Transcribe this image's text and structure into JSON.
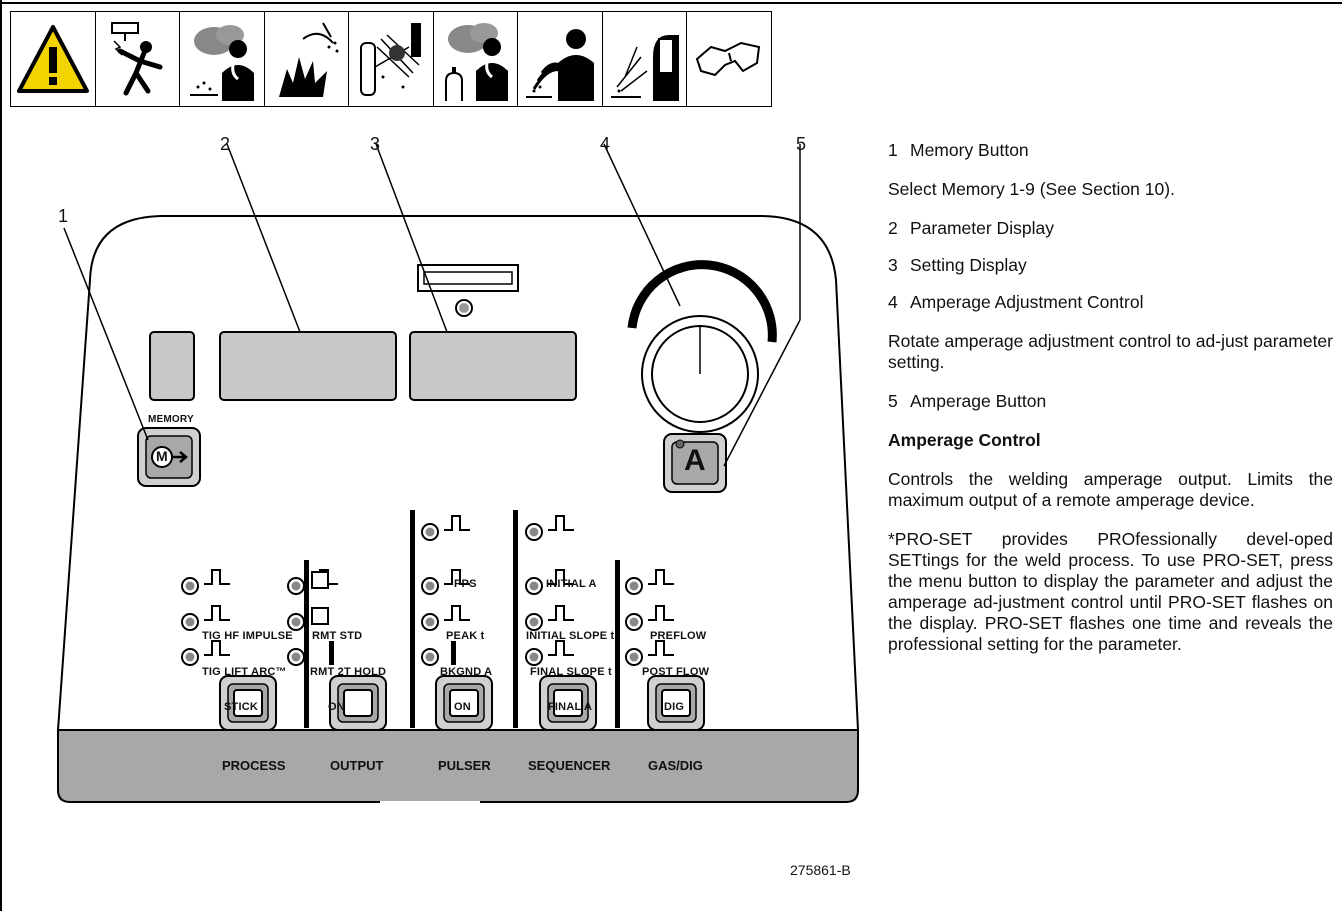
{
  "callouts": [
    "1",
    "2",
    "3",
    "4",
    "5"
  ],
  "panel": {
    "memory_label": "MEMORY",
    "amperage_button_letter": "A",
    "memory_button_letter": "M",
    "process_items": [
      "TIG HF IMPULSE",
      "TIG LIFT ARC™",
      "STICK"
    ],
    "output_items": [
      "RMT STD",
      "RMT 2T HOLD",
      "ON"
    ],
    "pulser_items": [
      "PPS",
      "PEAK t",
      "BKGND A",
      "ON"
    ],
    "sequencer_items": [
      "INITIAL A",
      "INITIAL SLOPE t",
      "FINAL SLOPE t",
      "FINAL A"
    ],
    "gasdig_items": [
      "PREFLOW",
      "POST FLOW",
      "DIG"
    ],
    "footer": [
      "PROCESS",
      "OUTPUT",
      "PULSER",
      "SEQUENCER",
      "GAS/DIG"
    ]
  },
  "figure_id": "275861-B",
  "description": {
    "item1": {
      "num": "1",
      "title": "Memory Button"
    },
    "item1_text": "Select Memory 1-9 (See Section 10).",
    "item2": {
      "num": "2",
      "title": "Parameter Display"
    },
    "item3": {
      "num": "3",
      "title": "Setting Display"
    },
    "item4": {
      "num": "4",
      "title": "Amperage Adjustment Control"
    },
    "item4_text": "Rotate amperage adjustment control to ad-just parameter setting.",
    "item5": {
      "num": "5",
      "title": "Amperage Button"
    },
    "heading": "Amperage Control",
    "para1": "Controls the welding amperage output. Limits the maximum output of a remote amperage device.",
    "para2": "*PRO-SET provides PROfessionally devel-oped SETtings for the weld process. To use PRO-SET, press the menu button to display the parameter and adjust the amperage ad-justment control until PRO-SET flashes on the display. PRO-SET flashes one time and reveals the professional setting for the parameter."
  },
  "hazard_icons": [
    "warning-triangle-icon",
    "electric-shock-icon",
    "fumes-gases-icon",
    "arc-explosion-icon",
    "cylinder-explode-icon",
    "fumes-gases-2-icon",
    "emf-pacemaker-icon",
    "arc-rays-icon",
    "safety-glasses-icon"
  ]
}
